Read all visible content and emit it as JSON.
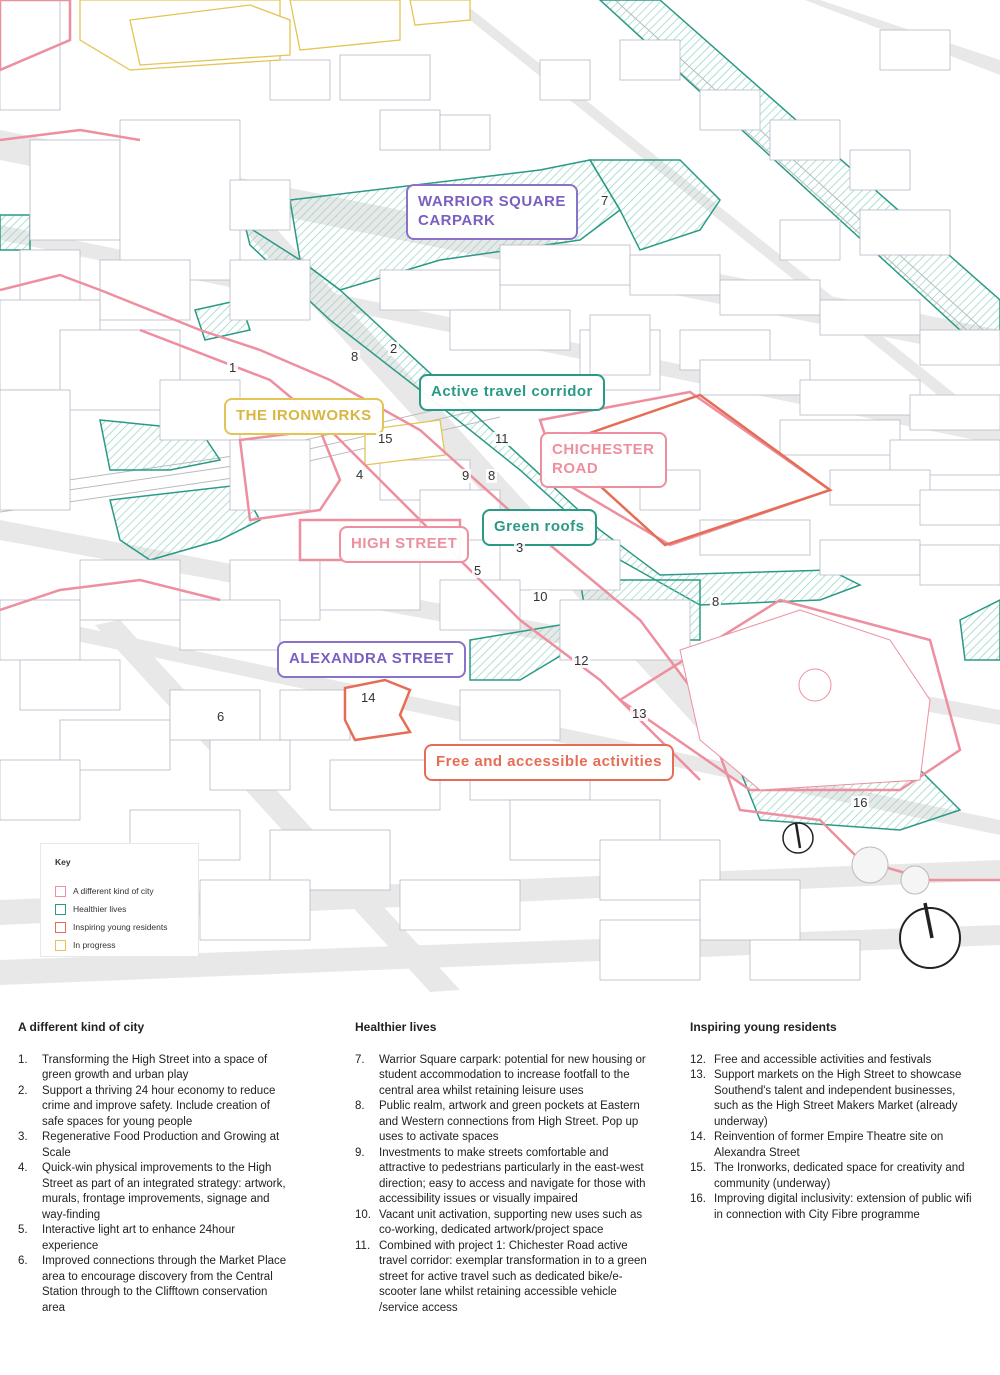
{
  "map_labels": {
    "warrior_square": "WARRIOR SQUARE\nCARPARK",
    "active_travel": "Active travel corridor",
    "ironworks": "THE IRONWORKS",
    "chichester": "CHICHESTER\nROAD",
    "green_roofs": "Green roofs",
    "high_street": "HIGH STREET",
    "alexandra": "ALEXANDRA STREET",
    "free_activities": "Free and accessible activities"
  },
  "map_numbers": [
    "7",
    "1",
    "8",
    "2",
    "15",
    "11",
    "4",
    "9",
    "8",
    "3",
    "5",
    "10",
    "8",
    "12",
    "6",
    "14",
    "13",
    "16"
  ],
  "colors": {
    "city": "#ee8f9f",
    "health": "#2a9a86",
    "young": "#e66d55",
    "progress": "#e3c555",
    "purple": "#8a72c8",
    "hatch": "#8fd3c3"
  },
  "key": {
    "title": "Key",
    "items": [
      {
        "label": "A different kind of city",
        "color": "#ee8f9f"
      },
      {
        "label": "Healthier lives",
        "color": "#2a9a86"
      },
      {
        "label": "Inspiring young residents",
        "color": "#e66d55"
      },
      {
        "label": "In progress",
        "color": "#e3c555"
      }
    ]
  },
  "legend": {
    "city": {
      "title": "A different kind of city",
      "items": [
        {
          "n": "1.",
          "text": "Transforming the High Street into a space of green growth and urban play"
        },
        {
          "n": "2.",
          "text": "Support a thriving 24 hour economy to reduce crime and improve safety. Include creation of safe spaces for young people"
        },
        {
          "n": "3.",
          "text": "Regenerative Food Production and Growing at Scale"
        },
        {
          "n": "4.",
          "text": "Quick-win physical improvements to the High Street as part of an integrated strategy: artwork, murals, frontage improvements, signage and way-finding"
        },
        {
          "n": "5.",
          "text": "Interactive light art to enhance 24hour experience"
        },
        {
          "n": "6.",
          "text": "Improved connections through the Market Place area to encourage discovery from the Central Station through to the Clifftown conservation area"
        }
      ]
    },
    "health": {
      "title": "Healthier lives",
      "items": [
        {
          "n": "7.",
          "text": "Warrior Square carpark: potential for new housing or student accommodation to increase footfall to the central area whilst retaining leisure uses"
        },
        {
          "n": "8.",
          "text": "Public realm, artwork and green pockets at Eastern and Western connections from High Street. Pop up uses to activate spaces"
        },
        {
          "n": "9.",
          "text": "Investments to make streets comfortable and attractive to pedestrians particularly in the east-west direction; easy to access and navigate for those with accessibility issues or visually impaired"
        },
        {
          "n": "10.",
          "text": "Vacant unit activation, supporting new uses such as co-working, dedicated artwork/project space"
        },
        {
          "n": "11.",
          "text": "Combined with project 1:  Chichester Road active travel corridor: exemplar transformation in to a green street for active travel such as dedicated bike/e-scooter lane whilst retaining accessible vehicle /service access"
        }
      ]
    },
    "young": {
      "title": "Inspiring young residents",
      "items": [
        {
          "n": "12.",
          "text": "Free and accessible activities and festivals"
        },
        {
          "n": "13.",
          "text": "Support markets on the High Street to showcase Southend's talent and independent businesses, such as the High Street Makers Market (already underway)"
        },
        {
          "n": "14.",
          "text": "Reinvention of former Empire Theatre site on Alexandra Street"
        },
        {
          "n": "15.",
          "text": "The Ironworks, dedicated space for creativity and community (underway)"
        },
        {
          "n": "16.",
          "text": "Improving digital inclusivity: extension of public wifi in connection with City Fibre programme"
        }
      ]
    }
  }
}
